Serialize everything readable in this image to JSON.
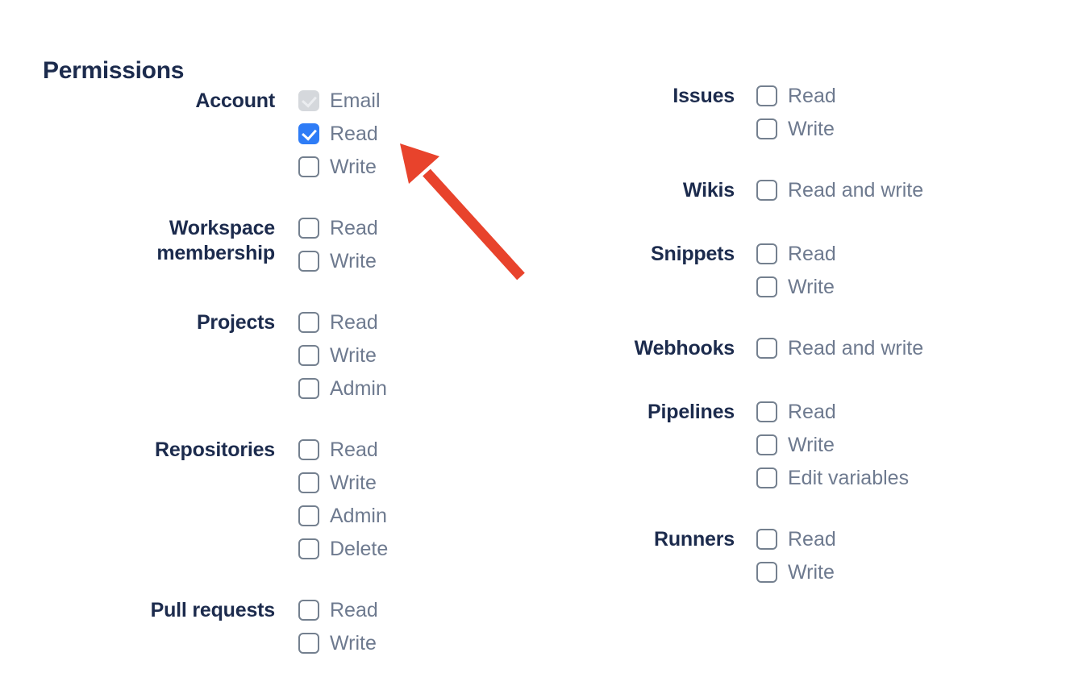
{
  "title": "Permissions",
  "colors": {
    "heading": "#1C2B4D",
    "group_label": "#1C2B4D",
    "option_label": "#6E7A8F",
    "checkbox_border": "#74808F",
    "checkbox_checked": "#2E7CF6",
    "checkbox_disabled": "#D5D8DC",
    "checkbox_disabled_check": "#EBEDF0"
  },
  "columns": [
    {
      "groups": [
        {
          "label": "Account",
          "options": [
            {
              "label": "Email",
              "state": "checked-disabled"
            },
            {
              "label": "Read",
              "state": "checked"
            },
            {
              "label": "Write",
              "state": "unchecked"
            }
          ]
        },
        {
          "label": "Workspace membership",
          "options": [
            {
              "label": "Read",
              "state": "unchecked"
            },
            {
              "label": "Write",
              "state": "unchecked"
            }
          ]
        },
        {
          "label": "Projects",
          "options": [
            {
              "label": "Read",
              "state": "unchecked"
            },
            {
              "label": "Write",
              "state": "unchecked"
            },
            {
              "label": "Admin",
              "state": "unchecked"
            }
          ]
        },
        {
          "label": "Repositories",
          "options": [
            {
              "label": "Read",
              "state": "unchecked"
            },
            {
              "label": "Write",
              "state": "unchecked"
            },
            {
              "label": "Admin",
              "state": "unchecked"
            },
            {
              "label": "Delete",
              "state": "unchecked"
            }
          ]
        },
        {
          "label": "Pull requests",
          "options": [
            {
              "label": "Read",
              "state": "unchecked"
            },
            {
              "label": "Write",
              "state": "unchecked"
            }
          ]
        }
      ]
    },
    {
      "groups": [
        {
          "label": "Issues",
          "options": [
            {
              "label": "Read",
              "state": "unchecked"
            },
            {
              "label": "Write",
              "state": "unchecked"
            }
          ]
        },
        {
          "label": "Wikis",
          "options": [
            {
              "label": "Read and write",
              "state": "unchecked"
            }
          ]
        },
        {
          "label": "Snippets",
          "options": [
            {
              "label": "Read",
              "state": "unchecked"
            },
            {
              "label": "Write",
              "state": "unchecked"
            }
          ]
        },
        {
          "label": "Webhooks",
          "options": [
            {
              "label": "Read and write",
              "state": "unchecked"
            }
          ]
        },
        {
          "label": "Pipelines",
          "options": [
            {
              "label": "Read",
              "state": "unchecked"
            },
            {
              "label": "Write",
              "state": "unchecked"
            },
            {
              "label": "Edit variables",
              "state": "unchecked"
            }
          ]
        },
        {
          "label": "Runners",
          "options": [
            {
              "label": "Read",
              "state": "unchecked"
            },
            {
              "label": "Write",
              "state": "unchecked"
            }
          ]
        }
      ]
    }
  ],
  "annotation": {
    "type": "arrow",
    "points_to": "Account Read checkbox",
    "color": "#E8432C"
  }
}
